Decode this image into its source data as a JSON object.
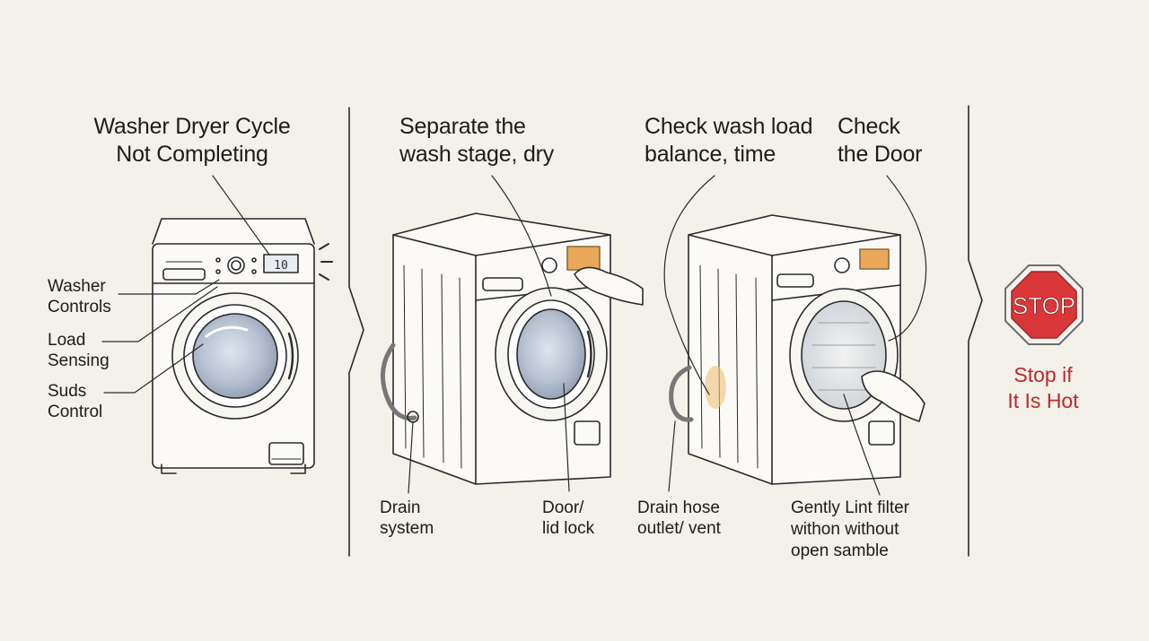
{
  "panel1": {
    "title": "Washer Dryer Cycle\nNot Completing",
    "display_text": "10",
    "labels": {
      "washer_controls": "Washer\nControls",
      "load_sensing": "Load\nSensing",
      "suds_control": "Suds\nControl"
    }
  },
  "panel2": {
    "title": "Separate the\nwash stage, dry",
    "labels": {
      "drain_system": "Drain\nsystem",
      "door_lock": "Door/\nlid lock"
    }
  },
  "panel3": {
    "title_left": "Check wash load\nbalance, time",
    "title_right": "Check\nthe Door",
    "labels": {
      "drain_hose": "Drain hose\noutlet/ vent",
      "lint_filter": "Gently Lint filter\nwithon without\nopen samble"
    }
  },
  "panel4": {
    "sign_text": "STOP",
    "caption": "Stop if\nIt Is Hot"
  },
  "colors": {
    "background": "#f3f1ea",
    "ink": "#2a2a2a",
    "stop_red": "#d9373a",
    "stop_text": "#c0282b",
    "accent_orange": "#e9a85a",
    "glass": "#b9c3d2"
  }
}
